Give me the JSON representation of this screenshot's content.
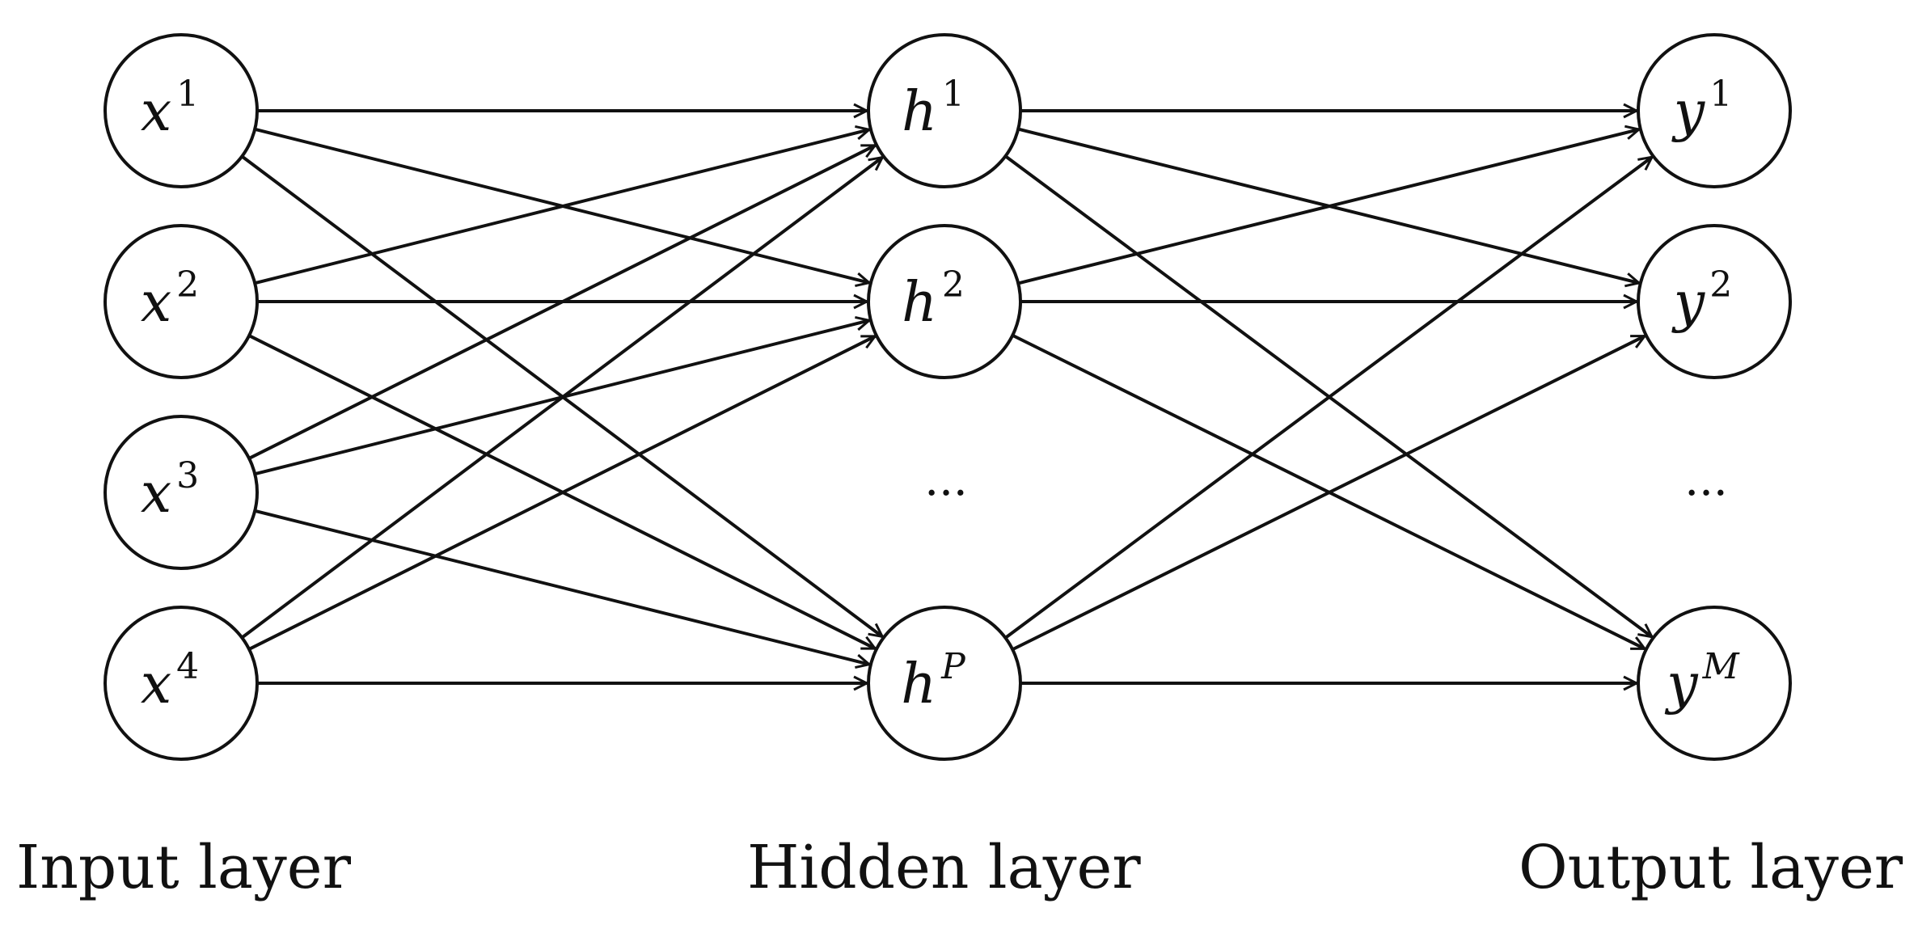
{
  "layers": {
    "input": {
      "label": "Input layer",
      "nodes": [
        {
          "base": "x",
          "sup": "1"
        },
        {
          "base": "x",
          "sup": "2"
        },
        {
          "base": "x",
          "sup": "3"
        },
        {
          "base": "x",
          "sup": "4"
        }
      ]
    },
    "hidden": {
      "label": "Hidden layer",
      "nodes": [
        {
          "base": "h",
          "sup": "1"
        },
        {
          "base": "h",
          "sup": "2"
        },
        {
          "base": "h",
          "sup": "P"
        }
      ],
      "ellipsis": "..."
    },
    "output": {
      "label": "Output layer",
      "nodes": [
        {
          "base": "y",
          "sup": "1"
        },
        {
          "base": "y",
          "sup": "2"
        },
        {
          "base": "y",
          "sup": "M"
        }
      ],
      "ellipsis": "..."
    }
  },
  "connectivity": "fully-connected"
}
